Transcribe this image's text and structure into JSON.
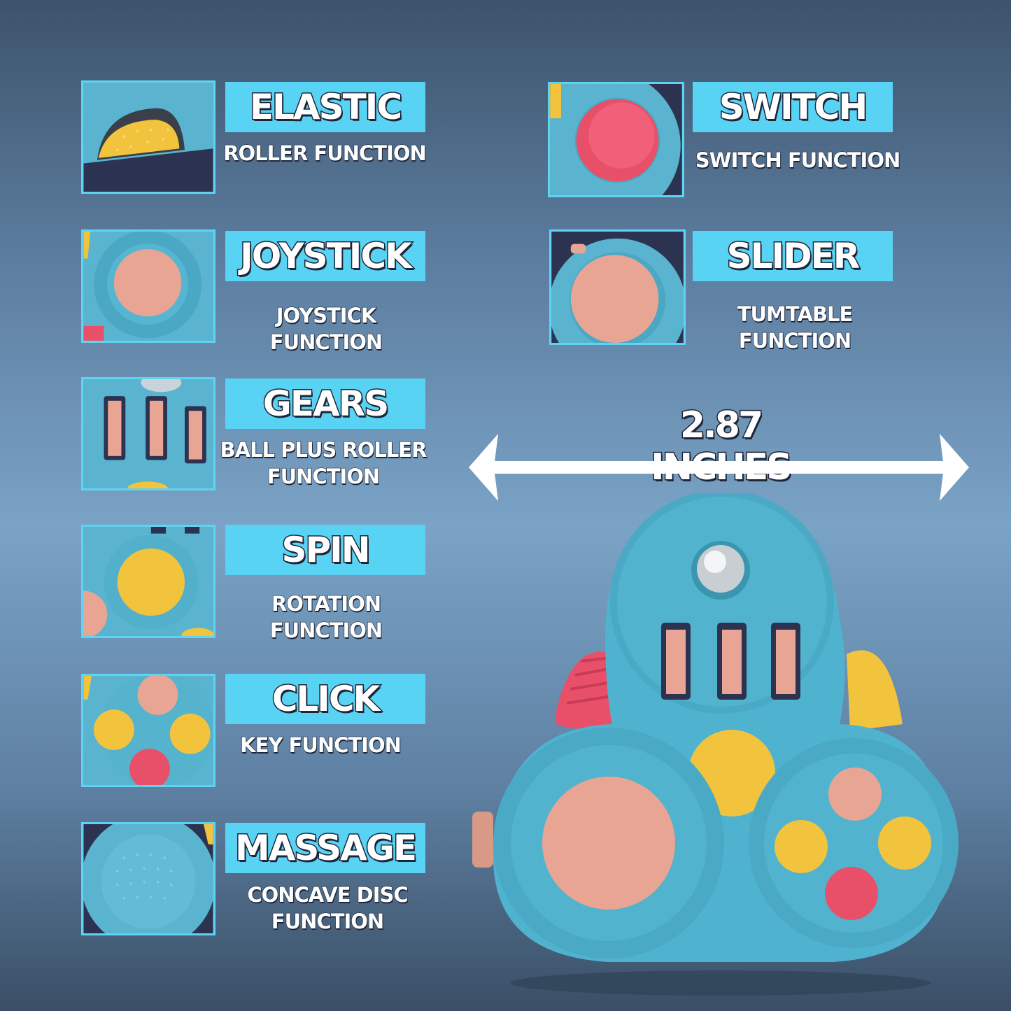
{
  "features": [
    {
      "id": "elastic",
      "title": "ELASTIC",
      "subtitle": "ROLLER  FUNCTION"
    },
    {
      "id": "joystick",
      "title": "JOYSTICK",
      "subtitle": "JOYSTICK FUNCTION"
    },
    {
      "id": "gears",
      "title": "GEARS",
      "subtitle": "BALL PLUS ROLLER FUNCTION"
    },
    {
      "id": "spin",
      "title": "SPIN",
      "subtitle": "ROTATION FUNCTION"
    },
    {
      "id": "click",
      "title": "CLICK",
      "subtitle": "KEY FUNCTION"
    },
    {
      "id": "massage",
      "title": "MASSAGE",
      "subtitle": "CONCAVE DISC FUNCTION"
    },
    {
      "id": "switch",
      "title": "SWITCH",
      "subtitle": "SWITCH FUNCTION"
    },
    {
      "id": "slider",
      "title": "SLIDER",
      "subtitle": "TUMTABLE FUNCTION"
    }
  ],
  "dimension": {
    "label": "2.87 INCHES"
  },
  "colors": {
    "toy_body": "#4fb3cf",
    "accent_cyan": "#58d3f4",
    "yellow": "#f2c33c",
    "peach": "#e8a593",
    "pink": "#e8506a",
    "outline": "#1d2538"
  },
  "icons": [
    "double-arrow-icon"
  ]
}
